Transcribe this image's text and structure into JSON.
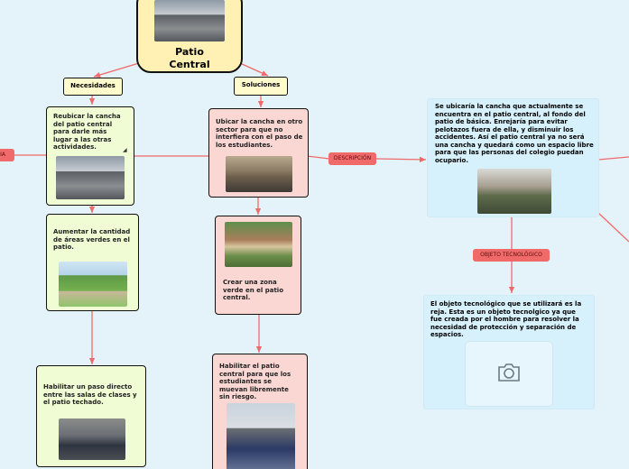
{
  "root": {
    "title_line1": "Patio",
    "title_line2": "Central"
  },
  "branches": {
    "needs": "Necesidades",
    "solutions": "Soluciones"
  },
  "needs_cards": [
    {
      "text": "Reubicar la cancha del patio central para darle más lugar a las otras actividades."
    },
    {
      "text": "Aumentar la cantidad de áreas verdes en el patio."
    },
    {
      "text": "Habilitar un paso directo entre las salas de clases y el patio techado."
    }
  ],
  "solution_cards": [
    {
      "text": "Ubicar la cancha en otro sector para que no interfiera con el paso de los estudiantes."
    },
    {
      "text": "Crear una zona verde en el patio central."
    },
    {
      "text": "Habilitar el patio central para que los estudiantes se muevan libremente sin riesgo."
    }
  ],
  "tags": {
    "left_cut": "CIA",
    "description": "DESCRIPCIÓN",
    "tech_object": "OBJETO TECNOLÓGICO"
  },
  "description_text": "Se ubicaría la cancha que actualmente se encuentra en el patio central, al fondo del patio de básica. Enrejaría para evitar pelotazos fuera de ella, y disminuir los accidentes. Así el patio central ya no será una cancha y quedará como un espacio libre para que las personas del colegio puedan ocupario.",
  "tech_text": "El objeto tecnológico que se utilizará es la reja. Esta es un objeto tecnolgico ya que fue creada por el hombre para resolver la necesidad de protección y separación de espacios.",
  "icons": {
    "placeholder": "camera-icon",
    "note_marker": "corner-arrow-icon"
  },
  "colors": {
    "background": "#e4f2f9",
    "connector": "#f06a6a",
    "root_fill": "#fff1b3",
    "needs_fill": "#f0fdd4",
    "solutions_fill": "#fbd7d4",
    "info_fill": "#d7f1fc"
  }
}
